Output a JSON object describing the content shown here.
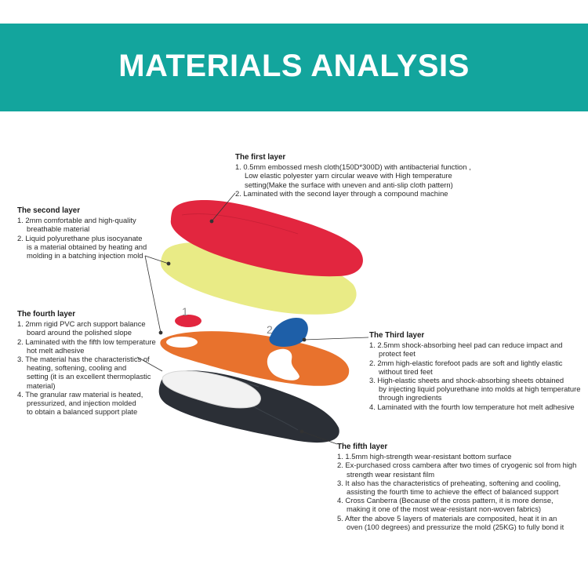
{
  "banner": {
    "title": "MATERIALS ANALYSIS"
  },
  "markers": {
    "one": "1",
    "two": "2"
  },
  "colors": {
    "banner": "#13a59d",
    "layer1": "#e2263f",
    "layer2": "#e9eb86",
    "layer3": "#1e5fa8",
    "layer4": "#e8722d",
    "layer5": "#2b2f36"
  },
  "layers": {
    "first": {
      "title": "The first layer",
      "lines": [
        "1. 0.5mm embossed mesh cloth(150D*300D) with antibacterial function ,",
        "Low elastic polyester yarn circular weave with High temperature",
        "setting(Make the surface with uneven and anti-slip cloth pattern)",
        "2. Laminated with the second layer through a compound machine"
      ]
    },
    "second": {
      "title": "The second layer",
      "lines": [
        "1. 2mm comfortable and high-quality",
        "breathable material",
        "2. Liquid polyurethane plus isocyanate",
        "is a material obtained by heating and",
        "molding in a batching injection mold"
      ]
    },
    "third": {
      "title": "The Third layer",
      "lines": [
        "1. 2.5mm shock-absorbing heel pad can reduce impact and",
        "protect feet",
        "2. 2mm high-elastic forefoot pads are soft and lightly elastic",
        "without tired feet",
        "3. High-elastic sheets and shock-absorbing sheets obtained",
        "by injecting liquid polyurethane into molds at high temperature",
        "through ingredients",
        "4. Laminated with the fourth low temperature hot melt adhesive"
      ]
    },
    "fourth": {
      "title": "The fourth layer",
      "lines": [
        "1. 2mm rigid PVC arch support balance",
        "board around the polished slope",
        "2. Laminated with the fifth low temperature",
        "hot melt adhesive",
        "3. The material has the characteristics of",
        "heating, softening, cooling and",
        "setting (it is an excellent thermoplastic",
        "material)",
        "4. The granular raw material is heated,",
        "pressurized, and injection molded",
        "to obtain a balanced support plate"
      ]
    },
    "fifth": {
      "title": "The fifth layer",
      "lines": [
        "1. 1.5mm high-strength wear-resistant bottom surface",
        "2. Ex-purchased cross cambera after two times of cryogenic sol from high",
        "strength wear resistant film",
        "3. It also has the characteristics of preheating, softening and cooling,",
        "assisting the fourth time to achieve the effect of balanced support",
        "4. Cross Canberra (Because of the cross pattern, it is more dense,",
        "making it one of the most wear-resistant non-woven fabrics)",
        "5. After the above 5 layers of materials are composited, heat it in an",
        "oven (100 degrees) and pressurize the mold (25KG) to fully bond it"
      ]
    }
  }
}
